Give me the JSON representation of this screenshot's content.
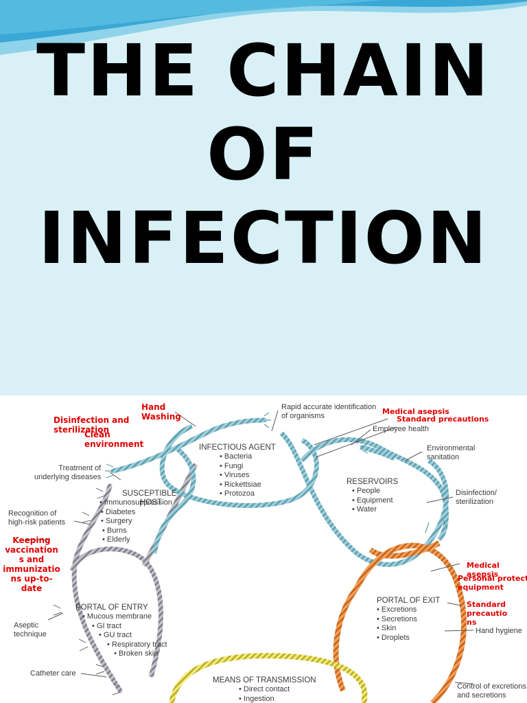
{
  "title": {
    "line1": "THE CHAIN",
    "line2": "OF",
    "line3": "INFECTION"
  },
  "colors": {
    "background": "#d9f1f6",
    "wave_dark": "#3aa8d6",
    "wave_light": "#8fd3ea",
    "annotation_red": "#e00000",
    "rope_blue": "#8ec5d3",
    "rope_gray": "#a9a9b3",
    "rope_orange": "#e8883a",
    "rope_yellow": "#e8df5a"
  },
  "diagram": {
    "infectious_agent": {
      "heading": "INFECTIOUS AGENT",
      "items": [
        "Bacteria",
        "Fungi",
        "Viruses",
        "Rickettsiae",
        "Protozoa"
      ]
    },
    "reservoirs": {
      "heading": "RESERVOIRS",
      "items": [
        "People",
        "Equipment",
        "Water"
      ]
    },
    "susceptible_host": {
      "heading_1": "SUSCEPTIBLE",
      "heading_2": "HOST",
      "items": [
        "Immunosuppression",
        "Diabetes",
        "Surgery",
        "Burns",
        "Elderly"
      ]
    },
    "portal_of_entry": {
      "heading": "PORTAL OF ENTRY",
      "items": [
        "Mucous membrane",
        "GI tract",
        "GU tract",
        "Respiratory tract",
        "Broken skin"
      ]
    },
    "portal_of_exit": {
      "heading": "PORTAL OF EXIT",
      "items": [
        "Excretions",
        "Secretions",
        "Skin",
        "Droplets"
      ]
    },
    "means_of_transmission": {
      "heading": "MEANS OF TRANSMISSION",
      "items": [
        "Direct contact",
        "Ingestion"
      ]
    },
    "interventions": {
      "rapid_id_1": "Rapid accurate identification",
      "rapid_id_2": "of organisms",
      "employee_health": "Employee health",
      "env_sanitation_1": "Environmental",
      "env_sanitation_2": "sanitation",
      "disinfection_1": "Disinfection/",
      "disinfection_2": "sterilization",
      "treatment_1": "Treatment of",
      "treatment_2": "underlying diseases",
      "recognition_1": "Recognition of",
      "recognition_2": "high-risk patients",
      "aseptic_1": "Aseptic",
      "aseptic_2": "technique",
      "catheter_care": "Catheter care",
      "hand_hygiene": "Hand hygiene",
      "control_1": "Control of excretions",
      "control_2": "and secretions"
    },
    "annotations": {
      "hand_washing_1": "Hand",
      "hand_washing_2": "Washing",
      "disinfection_1": "Disinfection and",
      "disinfection_2": "sterilization",
      "clean_1": "Clean",
      "clean_2": "environment",
      "medical_asepsis_top": "Medical asepsis",
      "standard_precautions_top": "Standard precautions",
      "keeping_vacc": [
        "Keeping",
        "vaccination",
        "s and",
        "immunizatio",
        "ns up-to-",
        "date"
      ],
      "medical_asepsis_right_1": "Medical",
      "medical_asepsis_right_2": "asepsis",
      "ppe_1": "Personal protect",
      "ppe_2": "equipment",
      "standard_right": [
        "Standard",
        "precautio",
        "ns"
      ]
    }
  }
}
